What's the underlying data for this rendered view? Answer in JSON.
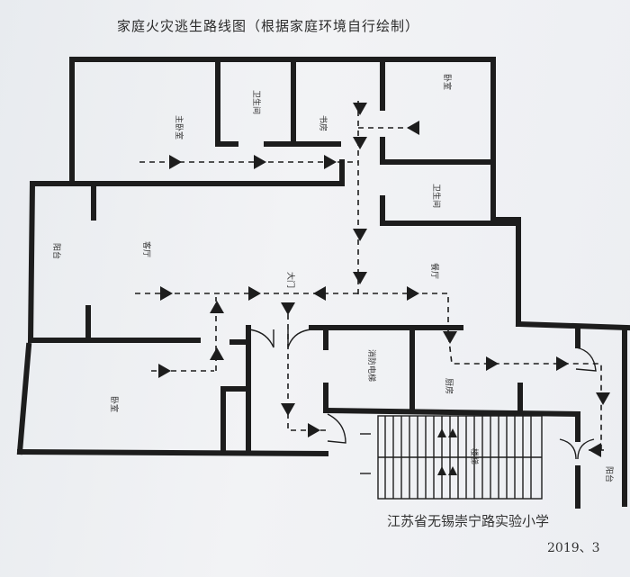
{
  "title": "家庭火灾逃生路线图（根据家庭环境自行绘制）",
  "rooms": {
    "master_bedroom": "主卧室",
    "bathroom_1": "卫生间",
    "study": "书房",
    "bedroom_top": "卧室",
    "bathroom_2": "卫生间",
    "balcony_left": "阳台",
    "living_room": "客厅",
    "dining_room": "餐厅",
    "main_door": "大门",
    "bedroom_bottom": "卧室",
    "fire_elevator": "消防电梯",
    "kitchen": "厨房",
    "stairs": "楼梯",
    "balcony_right": "阳台"
  },
  "footer": {
    "school": "江苏省无锡崇宁路实验小学",
    "date": "2019、3"
  }
}
